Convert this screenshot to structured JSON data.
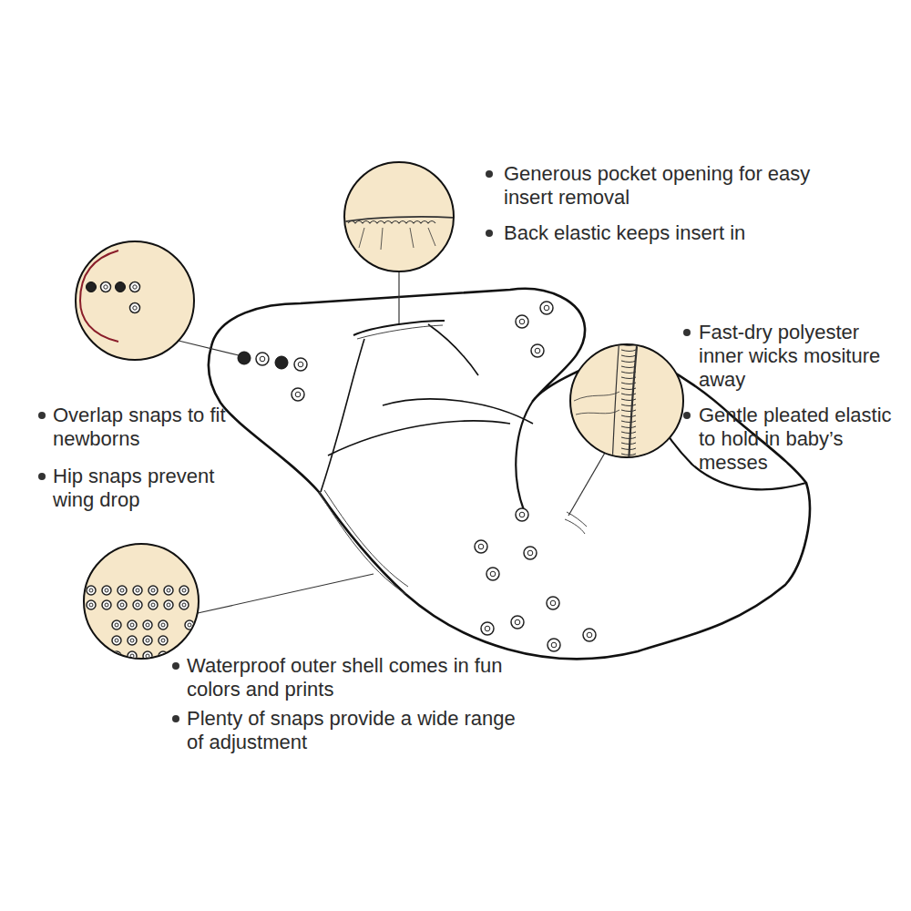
{
  "diagram": {
    "labels": [
      "Generous pocket opening for easy insert removal",
      "Back elastic keeps insert in",
      "Fast-dry polyester inner wicks mositure away",
      "Gentle pleated elastic to hold in baby’s messes",
      "Overlap snaps to fit newborns",
      "Hip snaps prevent wing drop",
      "Waterproof outer shell comes in fun colors and prints",
      "Plenty of snaps provide a wide range of adjustment"
    ]
  }
}
